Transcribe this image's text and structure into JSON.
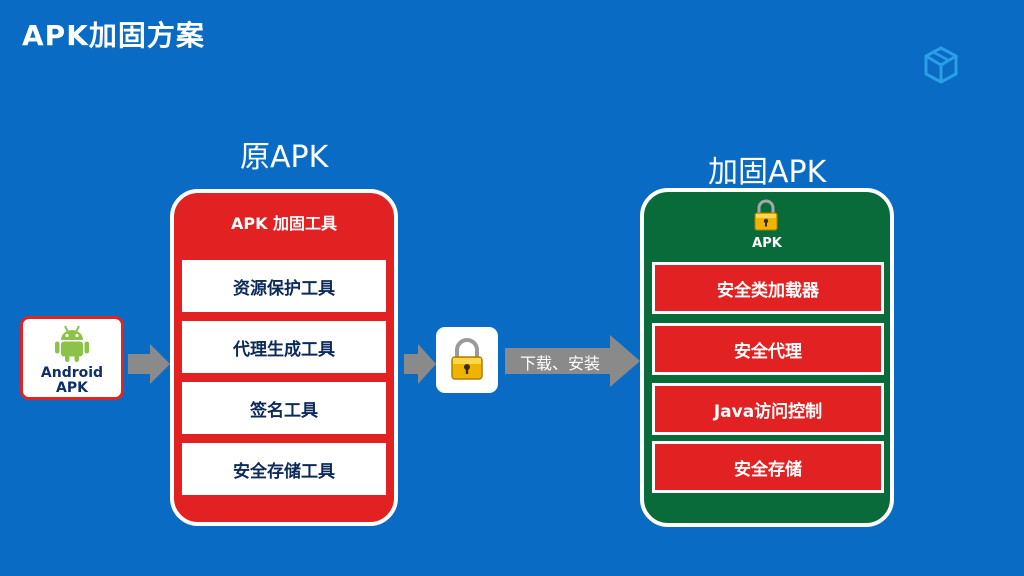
{
  "slide": {
    "title": "APK加固方案"
  },
  "logo": {
    "icon": "cube-logo-icon"
  },
  "original": {
    "heading": "原APK",
    "android_label_line1": "Android",
    "android_label_line2": "APK",
    "tool_title": "APK 加固工具",
    "tools": [
      "资源保护工具",
      "代理生成工具",
      "签名工具",
      "安全存储工具"
    ]
  },
  "transfer": {
    "label": "下载、安装",
    "icon": "lock-icon"
  },
  "hardened": {
    "heading": "加固APK",
    "apk_label": "APK",
    "components": [
      "安全类加载器",
      "安全代理",
      "Java访问控制",
      "安全存储"
    ]
  },
  "colors": {
    "background": "#0a6bc4",
    "red": "#e22222",
    "green": "#0a6b3a",
    "arrow": "#8a8a8a"
  }
}
